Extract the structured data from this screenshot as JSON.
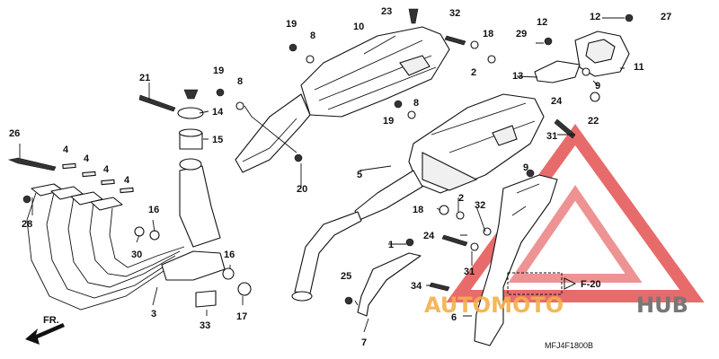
{
  "diagram_code": "MFJ4F1800B",
  "front_marker": "FR.",
  "ref_marker": "F-20",
  "watermark": {
    "part1": "AUTOMOTO",
    "part2": "HUB",
    "color_primary": "#f3b04a",
    "color_secondary": "#777777",
    "triangle_color": "#e03a3a"
  },
  "callouts": [
    {
      "id": "c1",
      "text": "1"
    },
    {
      "id": "c2a",
      "text": "2"
    },
    {
      "id": "c2b",
      "text": "2"
    },
    {
      "id": "c3",
      "text": "3"
    },
    {
      "id": "c4a",
      "text": "4"
    },
    {
      "id": "c4b",
      "text": "4"
    },
    {
      "id": "c4c",
      "text": "4"
    },
    {
      "id": "c4d",
      "text": "4"
    },
    {
      "id": "c5",
      "text": "5"
    },
    {
      "id": "c6",
      "text": "6"
    },
    {
      "id": "c7",
      "text": "7"
    },
    {
      "id": "c8a",
      "text": "8"
    },
    {
      "id": "c8b",
      "text": "8"
    },
    {
      "id": "c8c",
      "text": "8"
    },
    {
      "id": "c9a",
      "text": "9"
    },
    {
      "id": "c9b",
      "text": "9"
    },
    {
      "id": "c10",
      "text": "10"
    },
    {
      "id": "c11",
      "text": "11"
    },
    {
      "id": "c12a",
      "text": "12"
    },
    {
      "id": "c12b",
      "text": "12"
    },
    {
      "id": "c13",
      "text": "13"
    },
    {
      "id": "c14",
      "text": "14"
    },
    {
      "id": "c15",
      "text": "15"
    },
    {
      "id": "c16a",
      "text": "16"
    },
    {
      "id": "c16b",
      "text": "16"
    },
    {
      "id": "c17",
      "text": "17"
    },
    {
      "id": "c18a",
      "text": "18"
    },
    {
      "id": "c18b",
      "text": "18"
    },
    {
      "id": "c19a",
      "text": "19"
    },
    {
      "id": "c19b",
      "text": "19"
    },
    {
      "id": "c19c",
      "text": "19"
    },
    {
      "id": "c20",
      "text": "20"
    },
    {
      "id": "c21",
      "text": "21"
    },
    {
      "id": "c22",
      "text": "22"
    },
    {
      "id": "c23",
      "text": "23"
    },
    {
      "id": "c24a",
      "text": "24"
    },
    {
      "id": "c24b",
      "text": "24"
    },
    {
      "id": "c25",
      "text": "25"
    },
    {
      "id": "c26",
      "text": "26"
    },
    {
      "id": "c27",
      "text": "27"
    },
    {
      "id": "c28",
      "text": "28"
    },
    {
      "id": "c29",
      "text": "29"
    },
    {
      "id": "c30",
      "text": "30"
    },
    {
      "id": "c31a",
      "text": "31"
    },
    {
      "id": "c31b",
      "text": "31"
    },
    {
      "id": "c32a",
      "text": "32"
    },
    {
      "id": "c32b",
      "text": "32"
    },
    {
      "id": "c33",
      "text": "33"
    },
    {
      "id": "c34",
      "text": "34"
    }
  ]
}
